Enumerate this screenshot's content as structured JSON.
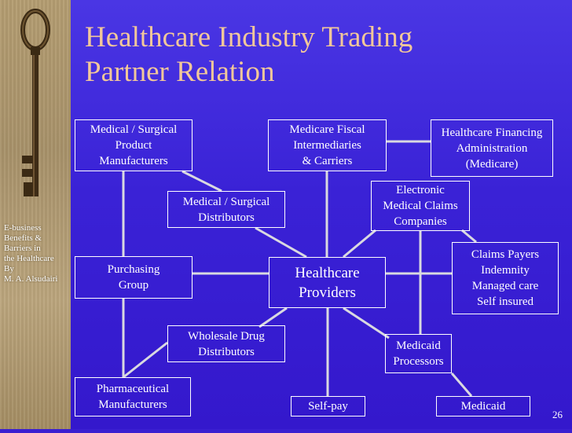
{
  "slide": {
    "title_lines": [
      "Healthcare Industry Trading",
      "Partner Relation"
    ],
    "side_caption": "E-business\nBenefits &\nBarriers in\nthe  Healthcare\n        By\nM. A.  Alsudairi",
    "page_number": "26"
  },
  "nodes": {
    "med_surg_manufacturers": [
      "Medical / Surgical",
      "Product",
      "Manufacturers"
    ],
    "medicare_fiscal": [
      "Medicare Fiscal",
      "Intermediaries",
      "& Carriers"
    ],
    "hcfa": [
      "Healthcare Financing",
      "Administration",
      "(Medicare)"
    ],
    "med_surg_distributors": [
      "Medical / Surgical",
      "Distributors"
    ],
    "electronic_claims": [
      "Electronic",
      "Medical Claims",
      "Companies"
    ],
    "purchasing_group": [
      "Purchasing",
      "Group"
    ],
    "healthcare_providers": [
      "Healthcare",
      "Providers"
    ],
    "claims_payers": [
      "Claims Payers",
      "Indemnity",
      "Managed care",
      "Self insured"
    ],
    "wholesale_drug": [
      "Wholesale Drug",
      "Distributors"
    ],
    "medicaid_processors": [
      "Medicaid",
      "Processors"
    ],
    "pharma_manufacturers": [
      "Pharmaceutical",
      "Manufacturers"
    ],
    "self_pay": [
      "Self-pay"
    ],
    "medicaid": [
      "Medicaid"
    ]
  },
  "colors": {
    "background": "#3a22d6",
    "title": "#f2c79a",
    "text": "#ffffff",
    "connector": "#d9d9e0"
  }
}
